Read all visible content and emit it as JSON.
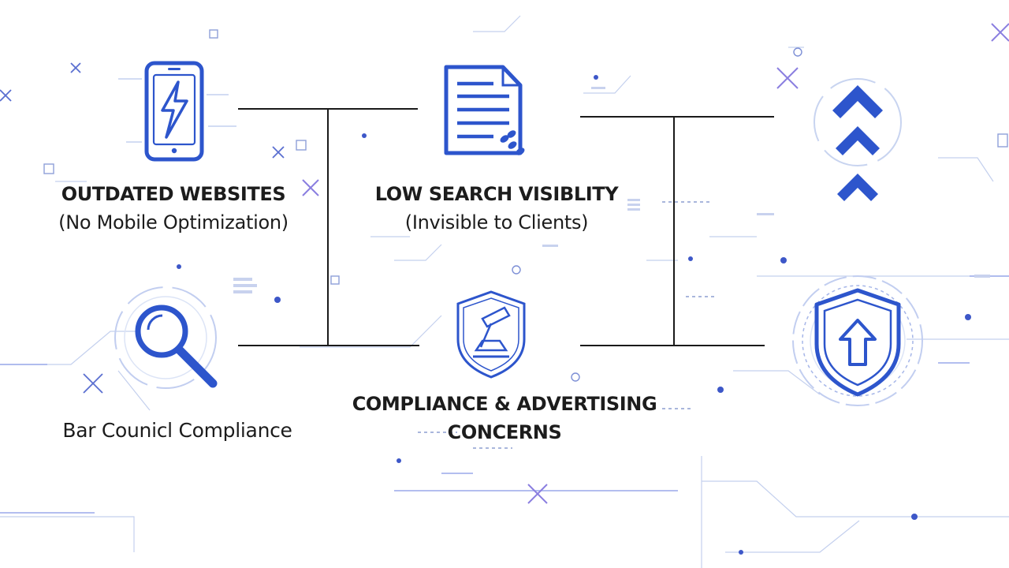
{
  "nodes": {
    "outdated": {
      "title": "OUTDATED WEBSITES",
      "subtitle": "(No Mobile Optimization)",
      "icon": "smartphone-lightning-icon"
    },
    "search": {
      "title": "LOW SEARCH VISIBLITY",
      "subtitle": "(Invisible to Clients)",
      "icon": "document-icon"
    },
    "bar": {
      "title": "Bar Counicl Compliance",
      "icon": "magnifier-icon"
    },
    "compliance": {
      "title": "COMPLIANCE & ADVERTISING",
      "subtitle": "CONCERNS",
      "icon": "scales-shield-icon"
    },
    "upward": {
      "icon": "triple-chevron-up-icon"
    },
    "security": {
      "icon": "shield-arrow-up-icon"
    }
  },
  "colors": {
    "icon_blue": "#2d55cc",
    "accent_purple": "#7b6ae0",
    "circuit_light": "#b8c8ec",
    "connector": "#1a1a1a",
    "text": "#1c1c1c"
  }
}
